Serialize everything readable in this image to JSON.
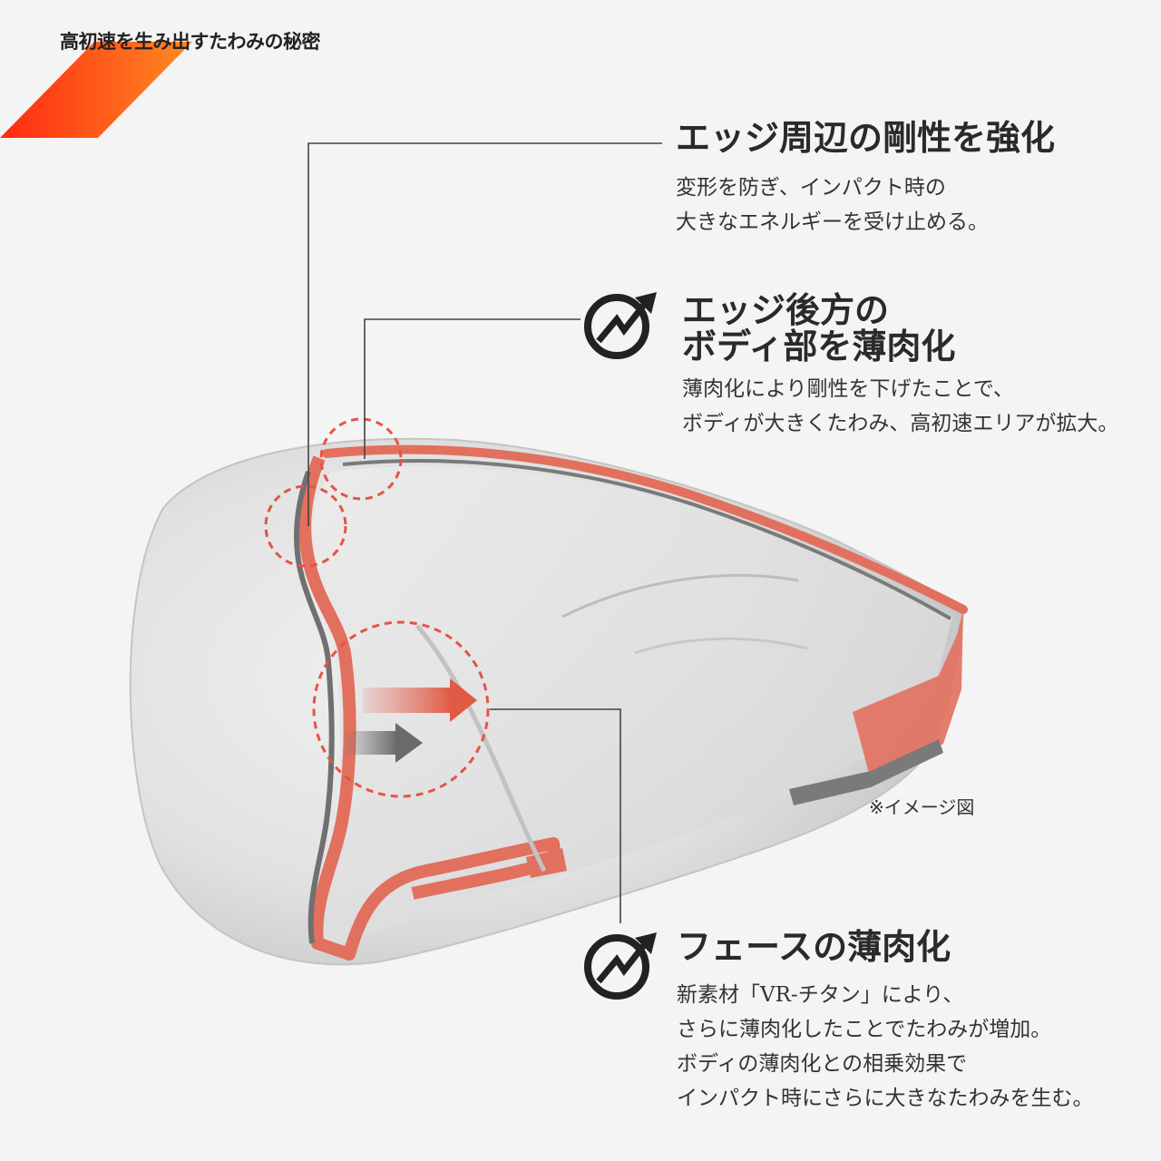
{
  "header": {
    "title": "高初速を生み出すたわみの秘密",
    "accent_color": "#ff3b1f"
  },
  "callouts": {
    "edge_rigidity": {
      "title": "エッジ周辺の剛性を強化",
      "body": [
        "変形を防ぎ、インパクト時の",
        "大きなエネルギーを受け止める。"
      ]
    },
    "rear_thin": {
      "title_lines": [
        "エッジ後方の",
        "ボディ部を薄肉化"
      ],
      "body": [
        "薄肉化により剛性を下げたことで、",
        "ボディが大きくたわみ、高初速エリアが拡大。"
      ],
      "icon": "speed-arrow-icon"
    },
    "face_thin": {
      "title": "フェースの薄肉化",
      "body": [
        "新素材「VR-チタン」により、",
        "さらに薄肉化したことでたわみが増加。",
        "ボディの薄肉化との相乗効果で",
        "インパクト時にさらに大きなたわみを生む。"
      ],
      "icon": "speed-arrow-icon"
    }
  },
  "note": "※イメージ図",
  "colors": {
    "highlight": "#e2705e",
    "body_gray": "#d6d6d6",
    "edge_dark": "#6f6f6f",
    "leader_line": "#444444"
  }
}
